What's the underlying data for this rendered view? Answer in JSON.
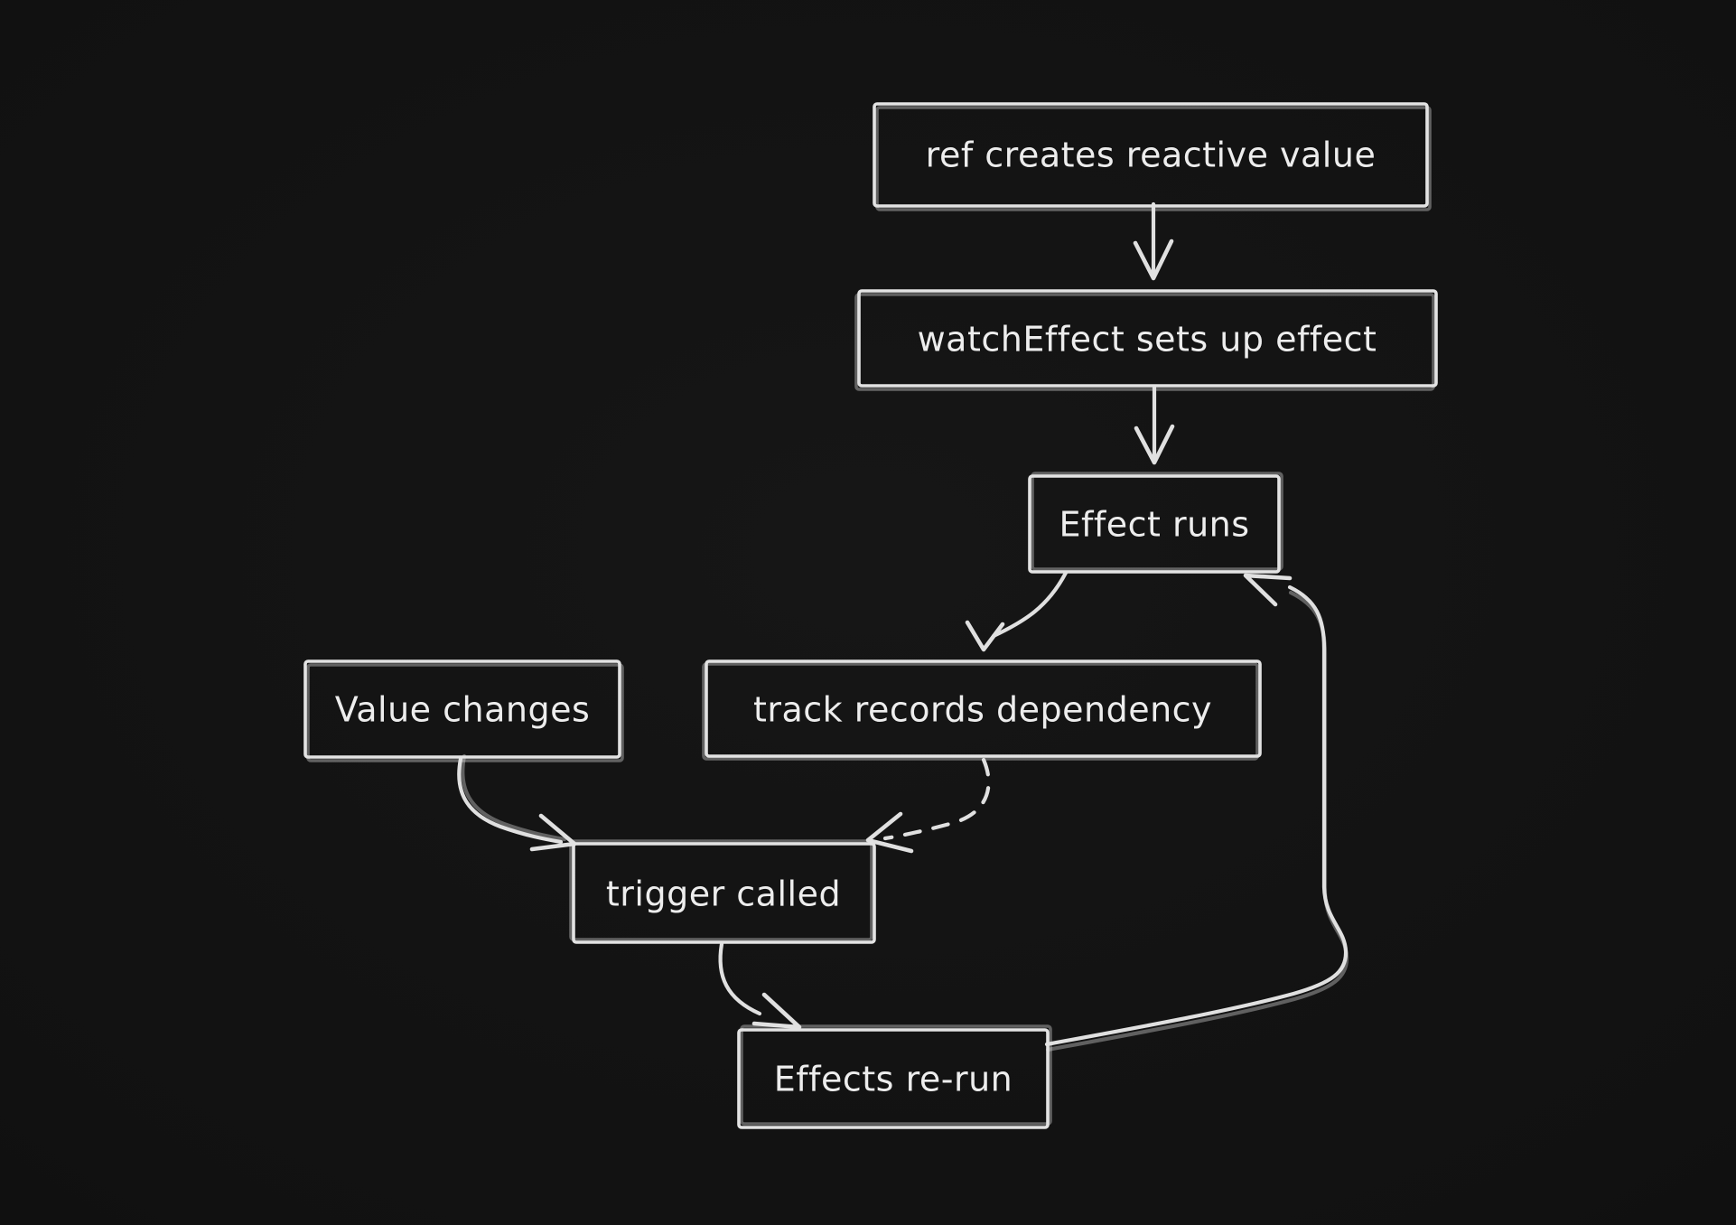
{
  "diagram": {
    "background": "#111111",
    "stroke_color": "#e3e3e3",
    "text_color": "#ededed",
    "nodes": [
      {
        "id": "ref-creates-reactive-value",
        "label": "ref creates reactive value"
      },
      {
        "id": "watcheffect-sets-up-effect",
        "label": "watchEffect sets up effect"
      },
      {
        "id": "effect-runs",
        "label": "Effect runs"
      },
      {
        "id": "track-records-dependency",
        "label": "track records dependency"
      },
      {
        "id": "value-changes",
        "label": "Value changes"
      },
      {
        "id": "trigger-called",
        "label": "trigger called"
      },
      {
        "id": "effects-re-run",
        "label": "Effects re-run"
      }
    ],
    "edges": [
      {
        "from": "ref-creates-reactive-value",
        "to": "watcheffect-sets-up-effect",
        "style": "solid"
      },
      {
        "from": "watcheffect-sets-up-effect",
        "to": "effect-runs",
        "style": "solid"
      },
      {
        "from": "effect-runs",
        "to": "track-records-dependency",
        "style": "solid"
      },
      {
        "from": "track-records-dependency",
        "to": "trigger-called",
        "style": "dashed"
      },
      {
        "from": "value-changes",
        "to": "trigger-called",
        "style": "solid"
      },
      {
        "from": "trigger-called",
        "to": "effects-re-run",
        "style": "solid"
      },
      {
        "from": "effects-re-run",
        "to": "effect-runs",
        "style": "solid"
      }
    ]
  }
}
